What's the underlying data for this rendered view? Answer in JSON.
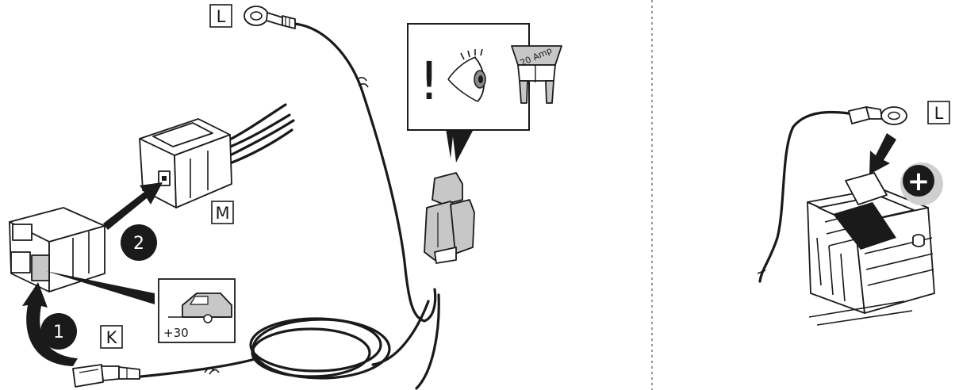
{
  "labels": {
    "L": "L",
    "M": "M",
    "K": "K",
    "L_battery": "L"
  },
  "steps": {
    "one": "1",
    "two": "2"
  },
  "caravan_icon": {
    "voltage_label": "+30"
  },
  "warning_panel": {
    "exclamation": "!",
    "fuse_label": "20 Amp"
  },
  "battery": {
    "plus_symbol": "+"
  },
  "icons": [
    "ring-terminal-icon",
    "eye-icon",
    "fuse-icon",
    "caravan-icon",
    "battery-icon",
    "plus-icon"
  ],
  "colors": {
    "line": "#1a1a1a",
    "grey": "#c7c7c7",
    "background": "#ffffff"
  }
}
